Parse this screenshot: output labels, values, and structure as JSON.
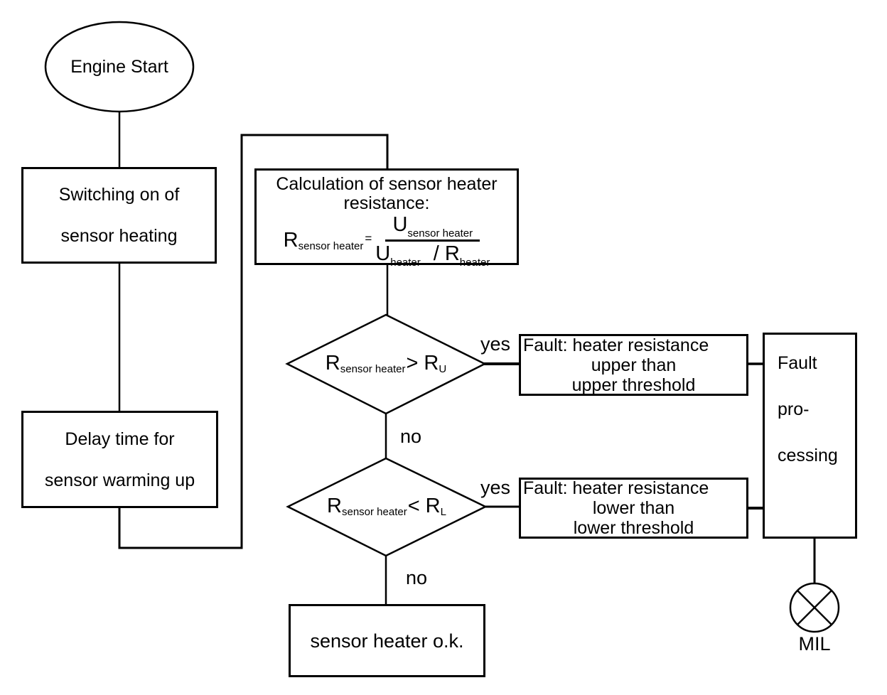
{
  "nodes": {
    "engine_start": {
      "label": "Engine Start"
    },
    "switch_on": {
      "line1": "Switching on of",
      "line2": "sensor heating"
    },
    "delay": {
      "line1": "Delay time for",
      "line2": "sensor warming up"
    },
    "calc": {
      "title_line1": "Calculation of sensor heater",
      "title_line2": "resistance:",
      "formula": {
        "lhs_base": "R",
        "lhs_sub": "sensor heater",
        "equals": "=",
        "num_base": "U",
        "num_sub": "sensor heater",
        "den_base1": "U",
        "den_sub1": "heater",
        "den_op": "/",
        "den_base2": "R",
        "den_sub2": "heater"
      }
    },
    "decision_upper": {
      "lhs_base": "R",
      "lhs_sub": "sensor heater",
      "op": ">",
      "rhs_base": "R",
      "rhs_sub": "U"
    },
    "decision_lower": {
      "lhs_base": "R",
      "lhs_sub": "sensor heater",
      "op": "<",
      "rhs_base": "R",
      "rhs_sub": "L"
    },
    "fault_upper": {
      "line1": "Fault: heater resistance",
      "line2": "upper than",
      "line3": "upper threshold"
    },
    "fault_lower": {
      "line1": "Fault: heater resistance",
      "line2": "lower than",
      "line3": "lower threshold"
    },
    "fault_processing": {
      "line1": "Fault",
      "line2": "pro-",
      "line3": "cessing"
    },
    "sensor_ok": {
      "label": "sensor heater o.k."
    },
    "mil": {
      "label": "MIL"
    }
  },
  "edge_labels": {
    "upper_yes": "yes",
    "upper_no": "no",
    "lower_yes": "yes",
    "lower_no": "no"
  },
  "colors": {
    "line": "#000000",
    "background": "#ffffff",
    "text": "#000000"
  }
}
